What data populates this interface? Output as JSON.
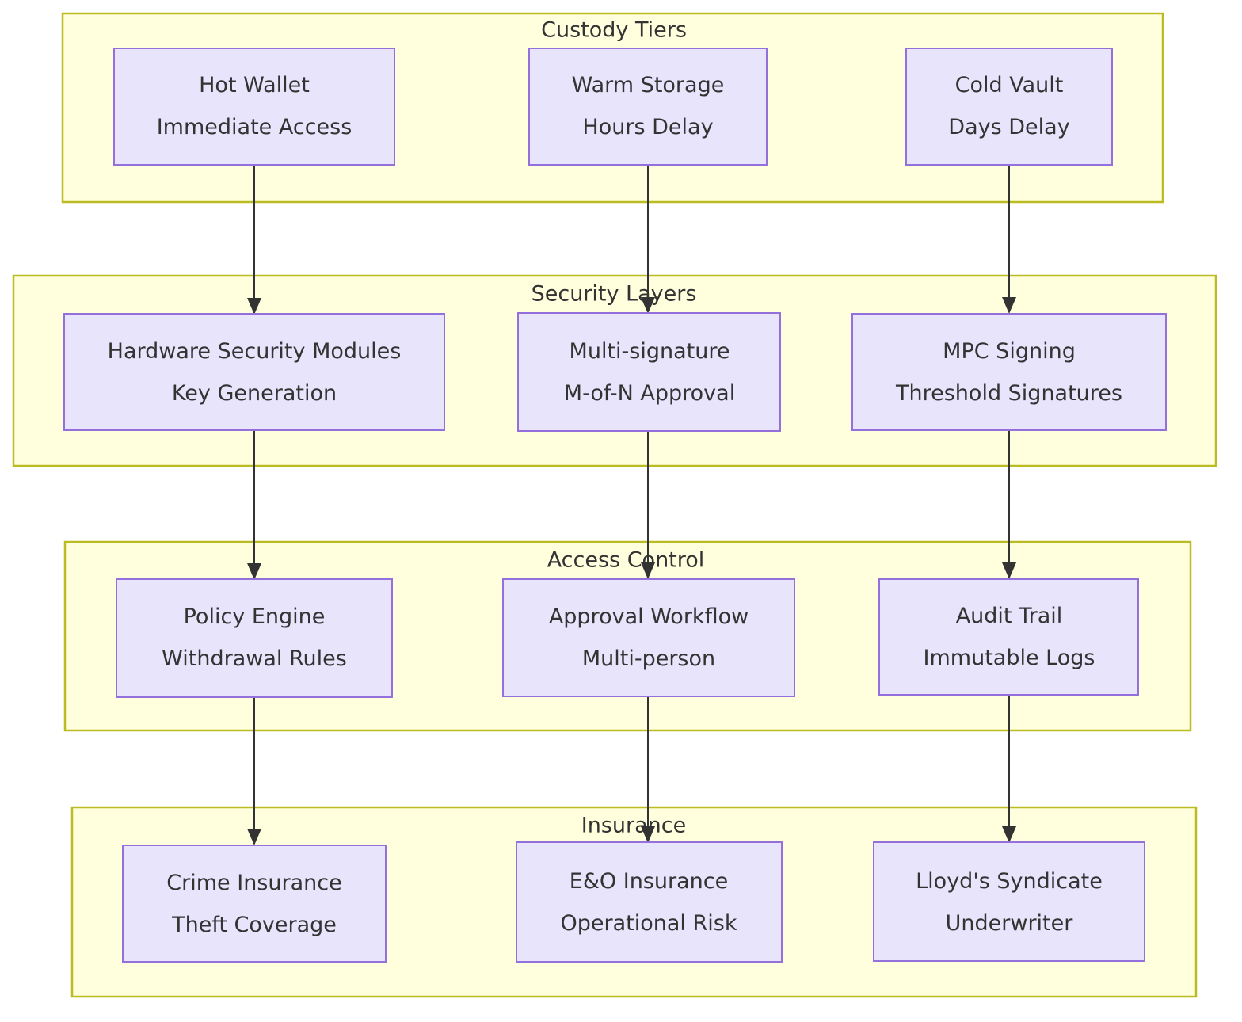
{
  "diagram": {
    "type": "flowchart-top-down",
    "colors": {
      "cluster_fill": "#ffffdd",
      "cluster_stroke": "#bbbb22",
      "node_fill": "#e8e4fb",
      "node_stroke": "#9370db",
      "text": "#333333",
      "edge": "#333333"
    },
    "clusters": [
      {
        "id": "custody-tiers",
        "title": "Custody Tiers",
        "nodes": [
          {
            "id": "hot-wallet",
            "line1": "Hot Wallet",
            "line2": "Immediate Access"
          },
          {
            "id": "warm-storage",
            "line1": "Warm Storage",
            "line2": "Hours Delay"
          },
          {
            "id": "cold-vault",
            "line1": "Cold Vault",
            "line2": "Days Delay"
          }
        ]
      },
      {
        "id": "security-layers",
        "title": "Security Layers",
        "nodes": [
          {
            "id": "hsm",
            "line1": "Hardware Security Modules",
            "line2": "Key Generation"
          },
          {
            "id": "multisig",
            "line1": "Multi-signature",
            "line2": "M-of-N Approval"
          },
          {
            "id": "mpc-signing",
            "line1": "MPC Signing",
            "line2": "Threshold Signatures"
          }
        ]
      },
      {
        "id": "access-control",
        "title": "Access Control",
        "nodes": [
          {
            "id": "policy-engine",
            "line1": "Policy Engine",
            "line2": "Withdrawal Rules"
          },
          {
            "id": "approval-workflow",
            "line1": "Approval Workflow",
            "line2": "Multi-person"
          },
          {
            "id": "audit-trail",
            "line1": "Audit Trail",
            "line2": "Immutable Logs"
          }
        ]
      },
      {
        "id": "insurance",
        "title": "Insurance",
        "nodes": [
          {
            "id": "crime-insurance",
            "line1": "Crime Insurance",
            "line2": "Theft Coverage"
          },
          {
            "id": "eo-insurance",
            "line1": "E&O Insurance",
            "line2": "Operational Risk"
          },
          {
            "id": "lloyds-syndicate",
            "line1": "Lloyd's Syndicate",
            "line2": "Underwriter"
          }
        ]
      }
    ],
    "edges": [
      {
        "from": "hot-wallet",
        "to": "hsm"
      },
      {
        "from": "warm-storage",
        "to": "multisig"
      },
      {
        "from": "cold-vault",
        "to": "mpc-signing"
      },
      {
        "from": "hsm",
        "to": "policy-engine"
      },
      {
        "from": "multisig",
        "to": "approval-workflow"
      },
      {
        "from": "mpc-signing",
        "to": "audit-trail"
      },
      {
        "from": "policy-engine",
        "to": "crime-insurance"
      },
      {
        "from": "approval-workflow",
        "to": "eo-insurance"
      },
      {
        "from": "audit-trail",
        "to": "lloyds-syndicate"
      }
    ]
  }
}
